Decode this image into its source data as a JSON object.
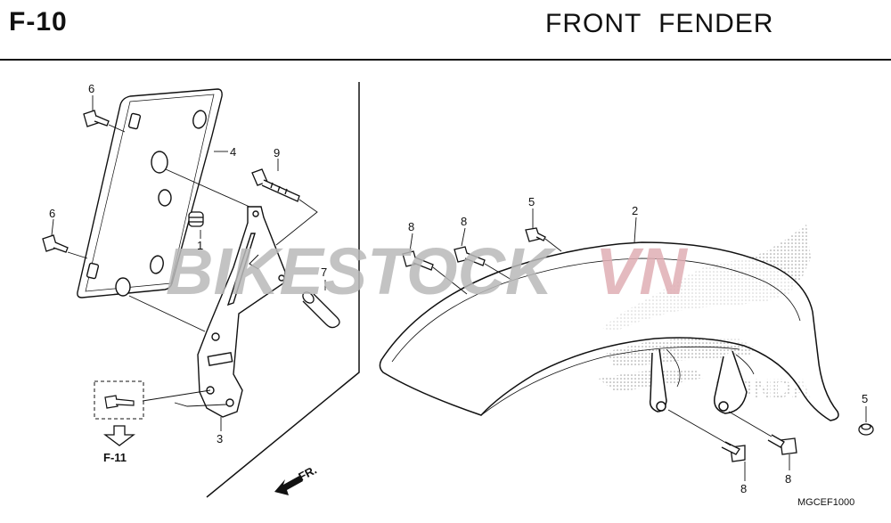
{
  "header": {
    "section_code": "F-10",
    "title": "FRONT  FENDER"
  },
  "watermark": {
    "part1": "BIKESTOCK",
    "part2": "VN",
    "color1": "#b9b9b9",
    "color2": "#e0aeb4"
  },
  "callouts": {
    "c1": "1",
    "c2": "2",
    "c3": "3",
    "c4": "4",
    "c5a": "5",
    "c5b": "5",
    "c6a": "6",
    "c6b": "6",
    "c7": "7",
    "c8a": "8",
    "c8b": "8",
    "c8c": "8",
    "c8d": "8",
    "c9": "9"
  },
  "reference": {
    "label": "F-11",
    "direction_label": "FR."
  },
  "drawing_code": "MGCEF1000",
  "logo": {
    "text": "HONDA"
  },
  "icons": {
    "ref_arrow": "hollow-down-arrow-icon",
    "front_arrow": "front-direction-arrow-icon"
  }
}
